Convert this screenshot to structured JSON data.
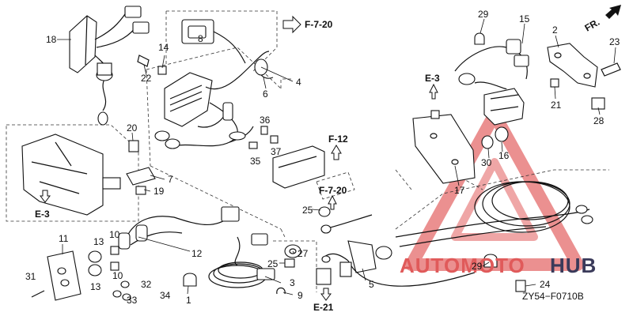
{
  "watermark": {
    "brand_left": "AUTOMOTO",
    "brand_right": "HUB",
    "color_left": "#e05a5a",
    "color_right": "#3a3a5a"
  },
  "diagram_code": "ZY54−F0710B",
  "direction_marker": "FR.",
  "section_refs": [
    {
      "id": "f720-top",
      "label": "F-7-20"
    },
    {
      "id": "e3-top",
      "label": "E-3"
    },
    {
      "id": "f12",
      "label": "F-12"
    },
    {
      "id": "f720-mid",
      "label": "F-7-20"
    },
    {
      "id": "e3-left",
      "label": "E-3"
    },
    {
      "id": "e21",
      "label": "E-21"
    }
  ],
  "callouts": [
    {
      "id": "c1",
      "label": "1"
    },
    {
      "id": "c2",
      "label": "2"
    },
    {
      "id": "c3",
      "label": "3"
    },
    {
      "id": "c4",
      "label": "4"
    },
    {
      "id": "c5",
      "label": "5"
    },
    {
      "id": "c6",
      "label": "6"
    },
    {
      "id": "c7",
      "label": "7"
    },
    {
      "id": "c8",
      "label": "8"
    },
    {
      "id": "c9",
      "label": "9"
    },
    {
      "id": "c10a",
      "label": "10"
    },
    {
      "id": "c10b",
      "label": "10"
    },
    {
      "id": "c11",
      "label": "11"
    },
    {
      "id": "c12",
      "label": "12"
    },
    {
      "id": "c13a",
      "label": "13"
    },
    {
      "id": "c13b",
      "label": "13"
    },
    {
      "id": "c14",
      "label": "14"
    },
    {
      "id": "c15",
      "label": "15"
    },
    {
      "id": "c16",
      "label": "16"
    },
    {
      "id": "c17",
      "label": "17"
    },
    {
      "id": "c18",
      "label": "18"
    },
    {
      "id": "c19",
      "label": "19"
    },
    {
      "id": "c20",
      "label": "20"
    },
    {
      "id": "c21",
      "label": "21"
    },
    {
      "id": "c22",
      "label": "22"
    },
    {
      "id": "c23",
      "label": "23"
    },
    {
      "id": "c24",
      "label": "24"
    },
    {
      "id": "c25a",
      "label": "25"
    },
    {
      "id": "c25b",
      "label": "25"
    },
    {
      "id": "c27",
      "label": "27"
    },
    {
      "id": "c28",
      "label": "28"
    },
    {
      "id": "c29a",
      "label": "29"
    },
    {
      "id": "c29b",
      "label": "29"
    },
    {
      "id": "c30",
      "label": "30"
    },
    {
      "id": "c31",
      "label": "31"
    },
    {
      "id": "c32",
      "label": "32"
    },
    {
      "id": "c33",
      "label": "33"
    },
    {
      "id": "c34",
      "label": "34"
    },
    {
      "id": "c35",
      "label": "35"
    },
    {
      "id": "c36",
      "label": "36"
    },
    {
      "id": "c37",
      "label": "37"
    }
  ]
}
